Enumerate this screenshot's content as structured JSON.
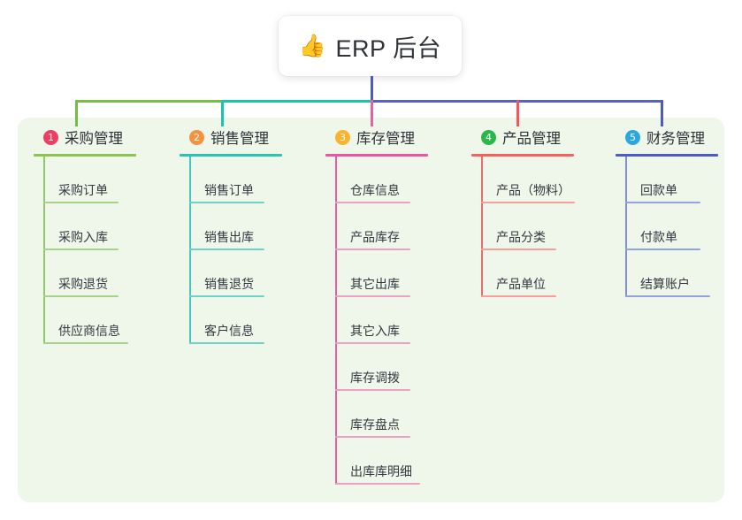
{
  "diagram": {
    "type": "mind-map",
    "title": "ERP 后台",
    "root": {
      "label": "ERP 后台",
      "icon": "thumbs-up-emoji",
      "emoji": "👍"
    },
    "panel_color": "#eef7ea",
    "background_color": "#ffffff",
    "connector_colors": {
      "trunk": "#4c5bc4",
      "segment_1": "#76bd43",
      "segment_2": "#16c7ae",
      "segment_3": "#5560cf",
      "drop_1": "#76bd43",
      "drop_2": "#16c7ae",
      "drop_3": "#ec5f9e",
      "drop_4": "#f2575c",
      "drop_5": "#4c5bc4"
    },
    "columns": [
      {
        "index": "1",
        "title": "采购管理",
        "badge_color": "#ee3f62",
        "accent_color": "#76bd43",
        "rule_color": "#8ac54f",
        "item_rule_color": "#a8d18a",
        "spine_color": "#8dc96b",
        "items": [
          {
            "label": "采购订单"
          },
          {
            "label": "采购入库"
          },
          {
            "label": "采购退货"
          },
          {
            "label": "供应商信息"
          }
        ]
      },
      {
        "index": "2",
        "title": "销售管理",
        "badge_color": "#f5923e",
        "accent_color": "#16c7ae",
        "rule_color": "#2bc4b4",
        "item_rule_color": "#6fd2c8",
        "spine_color": "#43c9bb",
        "items": [
          {
            "label": "销售订单"
          },
          {
            "label": "销售出库"
          },
          {
            "label": "销售退货"
          },
          {
            "label": "客户信息"
          }
        ]
      },
      {
        "index": "3",
        "title": "库存管理",
        "badge_color": "#f7b42c",
        "accent_color": "#ec5f9e",
        "rule_color": "#e857a5",
        "item_rule_color": "#eda0c6",
        "spine_color": "#e45fa4",
        "items": [
          {
            "label": "仓库信息"
          },
          {
            "label": "产品库存"
          },
          {
            "label": "其它出库"
          },
          {
            "label": "其它入库"
          },
          {
            "label": "库存调拨"
          },
          {
            "label": "库存盘点"
          },
          {
            "label": "出库库明细"
          }
        ]
      },
      {
        "index": "4",
        "title": "产品管理",
        "badge_color": "#2ab84a",
        "accent_color": "#f2575c",
        "rule_color": "#f4625f",
        "item_rule_color": "#f49f9c",
        "spine_color": "#f2696a",
        "items": [
          {
            "label": "产品（物料）"
          },
          {
            "label": "产品分类"
          },
          {
            "label": "产品单位"
          }
        ]
      },
      {
        "index": "5",
        "title": "财务管理",
        "badge_color": "#2ba7e0",
        "accent_color": "#4c5bc4",
        "rule_color": "#4c5bc4",
        "item_rule_color": "#94a3dd",
        "spine_color": "#7f8fd4",
        "items": [
          {
            "label": "回款单"
          },
          {
            "label": "付款单"
          },
          {
            "label": "结算账户"
          }
        ]
      }
    ]
  }
}
